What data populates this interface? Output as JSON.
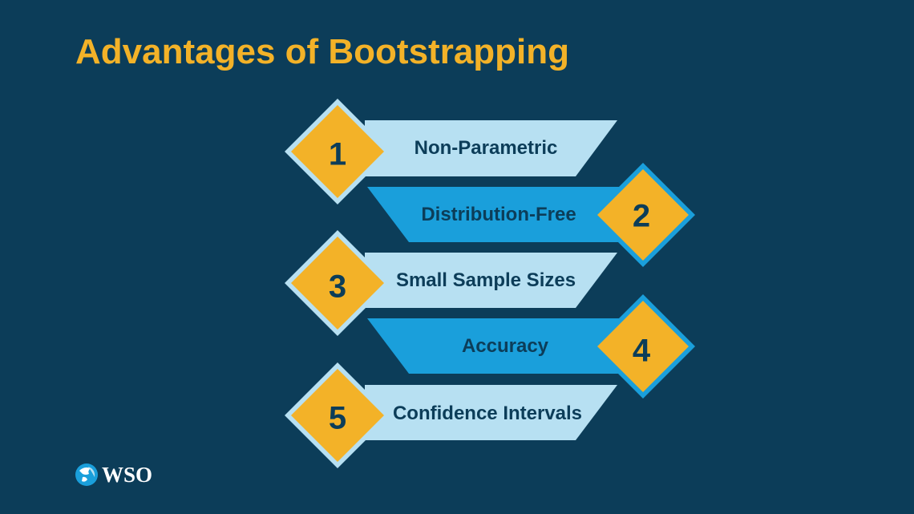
{
  "title": "Advantages of Bootstrapping",
  "colors": {
    "background": "#0c3d59",
    "title": "#f3b228",
    "diamond_fill": "#f3b228",
    "light_banner": "#b7e0f2",
    "dark_banner": "#1a9fdb",
    "text": "#0c3d59"
  },
  "items": [
    {
      "number": "1",
      "label": "Non-Parametric"
    },
    {
      "number": "2",
      "label": "Distribution-Free"
    },
    {
      "number": "3",
      "label": "Small Sample Sizes"
    },
    {
      "number": "4",
      "label": "Accuracy"
    },
    {
      "number": "5",
      "label": "Confidence Intervals"
    }
  ],
  "logo": {
    "text": "WSO",
    "icon": "globe-icon"
  }
}
